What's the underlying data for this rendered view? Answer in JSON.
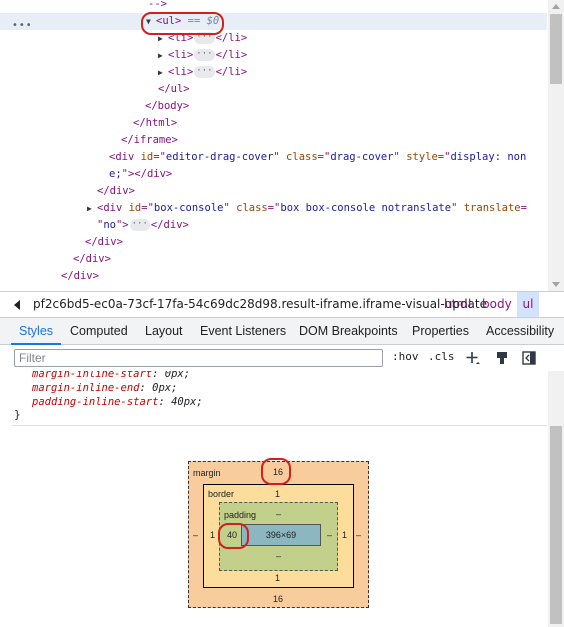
{
  "tree": {
    "lines": [
      {
        "indent": 148,
        "parts": [
          [
            "pun",
            "-->"
          ]
        ]
      },
      {
        "indent": 156,
        "tri": "down",
        "selected": true,
        "parts": [
          [
            "tag",
            "<ul>"
          ],
          [
            "muted",
            " == $0"
          ]
        ]
      },
      {
        "indent": 168,
        "tri": "right",
        "parts": [
          [
            "tag",
            "<li>"
          ],
          [
            "ell",
            "···"
          ],
          [
            "tag",
            "</li>"
          ]
        ]
      },
      {
        "indent": 168,
        "tri": "right",
        "parts": [
          [
            "tag",
            "<li>"
          ],
          [
            "ell",
            "···"
          ],
          [
            "tag",
            "</li>"
          ]
        ]
      },
      {
        "indent": 168,
        "tri": "right",
        "parts": [
          [
            "tag",
            "<li>"
          ],
          [
            "ell",
            "···"
          ],
          [
            "tag",
            "</li>"
          ]
        ]
      },
      {
        "indent": 158,
        "parts": [
          [
            "tag",
            "</ul>"
          ]
        ]
      },
      {
        "indent": 145,
        "parts": [
          [
            "tag",
            "</body>"
          ]
        ]
      },
      {
        "indent": 133,
        "parts": [
          [
            "tag",
            "</html>"
          ]
        ]
      },
      {
        "indent": 121,
        "parts": [
          [
            "tag",
            "</iframe>"
          ]
        ]
      },
      {
        "indent": 109,
        "parts": [
          [
            "tag",
            "<div "
          ],
          [
            "attr",
            "id"
          ],
          [
            "tag",
            "=\""
          ],
          [
            "val",
            "editor-drag-cover"
          ],
          [
            "tag",
            "\" "
          ],
          [
            "attr",
            "class"
          ],
          [
            "tag",
            "=\""
          ],
          [
            "val",
            "drag-cover"
          ],
          [
            "tag",
            "\" "
          ],
          [
            "attr",
            "style"
          ],
          [
            "tag",
            "=\""
          ],
          [
            "val",
            "display: non"
          ]
        ]
      },
      {
        "indent": 109,
        "parts": [
          [
            "val",
            "e;"
          ],
          [
            "tag",
            "\"></div>"
          ]
        ]
      },
      {
        "indent": 97,
        "parts": [
          [
            "tag",
            "</div>"
          ]
        ]
      },
      {
        "indent": 97,
        "tri": "right",
        "parts": [
          [
            "tag",
            "<div "
          ],
          [
            "attr",
            "id"
          ],
          [
            "tag",
            "=\""
          ],
          [
            "val",
            "box-console"
          ],
          [
            "tag",
            "\" "
          ],
          [
            "attr",
            "class"
          ],
          [
            "tag",
            "=\""
          ],
          [
            "val",
            "box box-console notranslate"
          ],
          [
            "tag",
            "\" "
          ],
          [
            "attr",
            "translate"
          ],
          [
            "tag",
            "="
          ]
        ]
      },
      {
        "indent": 97,
        "parts": [
          [
            "tag",
            "\""
          ],
          [
            "val",
            "no"
          ],
          [
            "tag",
            "\">"
          ],
          [
            "ell",
            "···"
          ],
          [
            "tag",
            "</div>"
          ]
        ]
      },
      {
        "indent": 85,
        "parts": [
          [
            "tag",
            "</div>"
          ]
        ]
      },
      {
        "indent": 73,
        "parts": [
          [
            "tag",
            "</div>"
          ]
        ]
      },
      {
        "indent": 61,
        "parts": [
          [
            "tag",
            "</div>"
          ]
        ]
      }
    ]
  },
  "breadcrumb": {
    "path": "pf2c6bd5-ec0a-73cf-17fa-54c69dc28d98.result-iframe.iframe-visual-update",
    "html": "html",
    "body": "body",
    "ul": "ul"
  },
  "tabs": [
    "Styles",
    "Computed",
    "Layout",
    "Event Listeners",
    "DOM Breakpoints",
    "Properties",
    "Accessibility"
  ],
  "active_tab": "Styles",
  "filter": {
    "placeholder": "Filter",
    "hov": ":hov",
    "cls": ".cls"
  },
  "styles": {
    "props": [
      {
        "name": "margin-inline-start",
        "value": "0px;"
      },
      {
        "name": "margin-inline-end",
        "value": "0px;"
      },
      {
        "name": "padding-inline-start",
        "value": "40px;"
      }
    ],
    "close_brace": "}"
  },
  "box_model": {
    "margin_label": "margin",
    "margin_top": "16",
    "margin_bottom": "16",
    "margin_left": "–",
    "margin_right": "–",
    "border_label": "border",
    "border_top": "1",
    "border_bottom": "1",
    "border_left": "1",
    "border_right": "1",
    "padding_label": "padding",
    "padding_top": "–",
    "padding_bottom": "–",
    "padding_left": "40",
    "padding_right": "–",
    "content": "396×69"
  },
  "colors": {
    "accent": "#1a73e8",
    "selection": "#e8eef8",
    "tag": "#881280",
    "highlight_ring": "#d0211c"
  }
}
